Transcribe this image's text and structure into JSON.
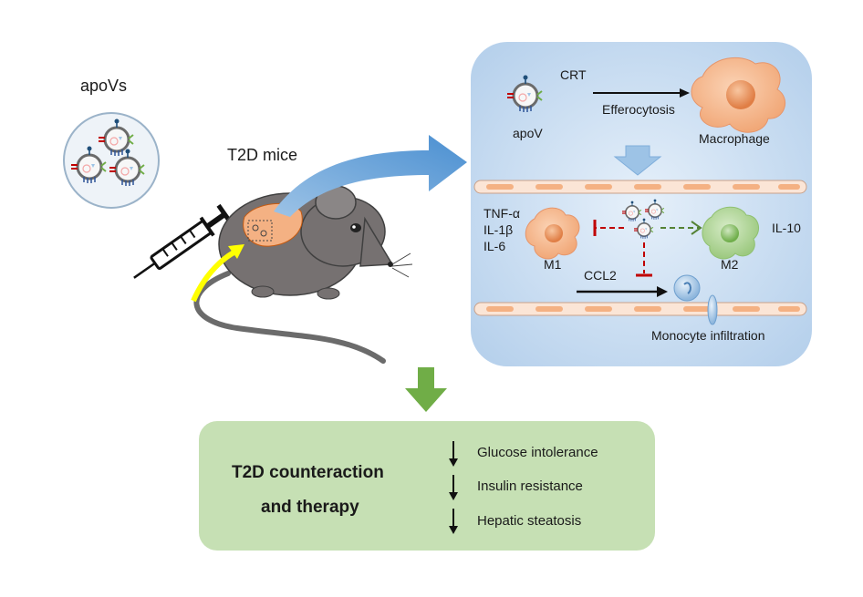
{
  "left": {
    "apovs_label": "apoVs",
    "mice_label": "T2D mice"
  },
  "mechanism": {
    "crt_label": "CRT",
    "efferocytosis_label": "Efferocytosis",
    "apov_label": "apoV",
    "macrophage_label": "Macrophage",
    "cytokines": [
      "TNF-α",
      "IL-1β",
      "IL-6"
    ],
    "m1_label": "M1",
    "m2_label": "M2",
    "il10_label": "IL-10",
    "ccl2_label": "CCL2",
    "monocyte_label": "Monocyte infiltration"
  },
  "outcome": {
    "title_line1": "T2D counteraction",
    "title_line2": "and therapy",
    "items": [
      "Glucose intolerance",
      "Insulin resistance",
      "Hepatic steatosis"
    ]
  },
  "colors": {
    "panel_bg": "#c9ddf0",
    "outcome_bg": "#c6e0b4",
    "big_arrow_blue": "#5b9bd5",
    "down_arrow_green": "#70ad47",
    "macrophage_orange": "#f4b183",
    "m2_green": "#a9d18e",
    "inhibit_red": "#c00000",
    "yellow_arrow": "#ffff00"
  }
}
